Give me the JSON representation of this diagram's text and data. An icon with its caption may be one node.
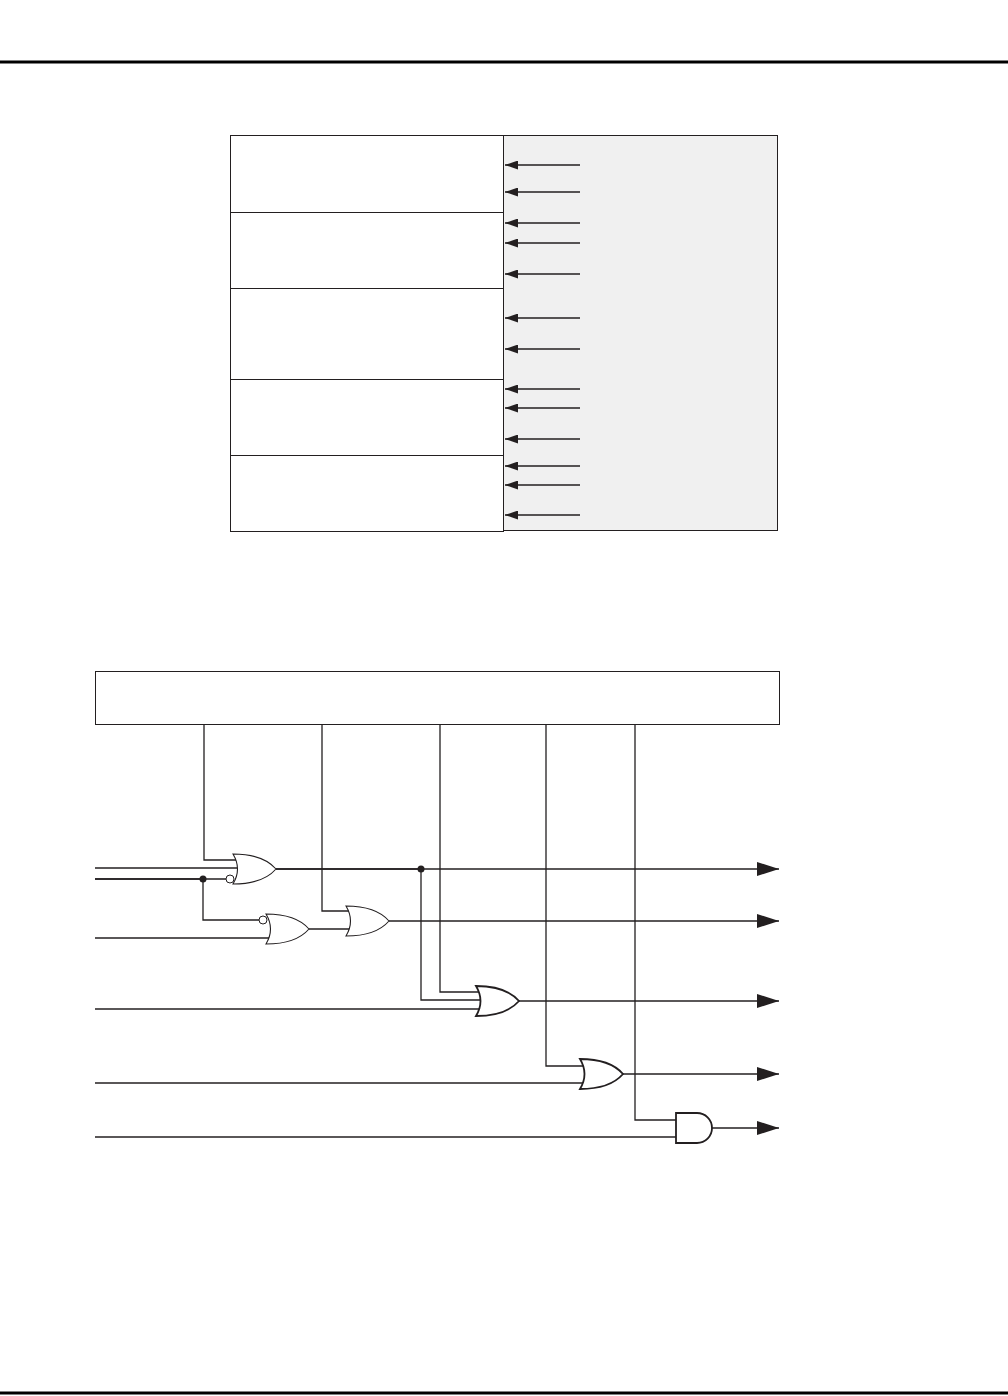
{
  "diagram": {
    "nodes": [
      {
        "text": [],
        "shape": "box"
      },
      {
        "text": [],
        "shape": "box"
      },
      {
        "text": [],
        "shape": "box"
      },
      {
        "text": [],
        "shape": "box"
      },
      {
        "text": [],
        "shape": "box"
      },
      {
        "text": [],
        "shape": "box"
      },
      {
        "text": [],
        "shape": "box"
      },
      {
        "text": [],
        "shape": "gate"
      },
      {
        "text": [],
        "shape": "gate"
      },
      {
        "text": [],
        "shape": "gate"
      },
      {
        "text": [],
        "shape": "gate"
      },
      {
        "text": [],
        "shape": "gate"
      },
      {
        "text": [],
        "shape": "gate"
      }
    ],
    "edges": [
      {
        "from": 5,
        "to": 0,
        "arrow": "to"
      },
      {
        "from": 5,
        "to": 0,
        "arrow": "to"
      },
      {
        "from": 5,
        "to": 1,
        "arrow": "to"
      },
      {
        "from": 5,
        "to": 1,
        "arrow": "to"
      },
      {
        "from": 5,
        "to": 1,
        "arrow": "to"
      },
      {
        "from": 5,
        "to": 2,
        "arrow": "to"
      },
      {
        "from": 5,
        "to": 2,
        "arrow": "to"
      },
      {
        "from": 5,
        "to": 3,
        "arrow": "to"
      },
      {
        "from": 5,
        "to": 3,
        "arrow": "to"
      },
      {
        "from": 5,
        "to": 3,
        "arrow": "to"
      },
      {
        "from": 5,
        "to": 4,
        "arrow": "to"
      },
      {
        "from": 5,
        "to": 4,
        "arrow": "to"
      },
      {
        "from": 5,
        "to": 4,
        "arrow": "to"
      },
      {
        "from": 6,
        "to": 7,
        "arrow": "none"
      },
      {
        "from": 6,
        "to": 9,
        "arrow": "none"
      },
      {
        "from": 6,
        "to": 10,
        "arrow": "none"
      },
      {
        "from": 6,
        "to": 11,
        "arrow": "none"
      },
      {
        "from": 6,
        "to": 12,
        "arrow": "none"
      },
      {
        "from": null,
        "to": 7,
        "arrow": "none"
      },
      {
        "from": null,
        "to": 7,
        "arrow": "none"
      },
      {
        "from": null,
        "to": 8,
        "arrow": "none"
      },
      {
        "from": null,
        "to": 8,
        "arrow": "none"
      },
      {
        "from": 8,
        "to": 9,
        "arrow": "none"
      },
      {
        "from": 7,
        "to": null,
        "arrow": "to"
      },
      {
        "from": 7,
        "to": 10,
        "arrow": "none"
      },
      {
        "from": 9,
        "to": null,
        "arrow": "to"
      },
      {
        "from": null,
        "to": 10,
        "arrow": "none"
      },
      {
        "from": 10,
        "to": null,
        "arrow": "to"
      },
      {
        "from": null,
        "to": 11,
        "arrow": "none"
      },
      {
        "from": 11,
        "to": null,
        "arrow": "to"
      },
      {
        "from": null,
        "to": 12,
        "arrow": "none"
      },
      {
        "from": 12,
        "to": null,
        "arrow": "to"
      }
    ]
  }
}
